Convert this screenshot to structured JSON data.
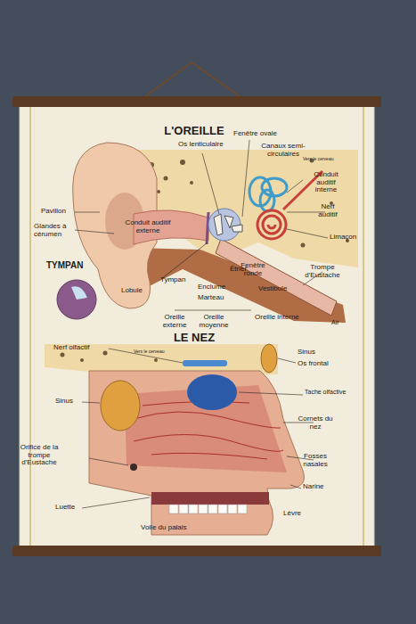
{
  "diagram": {
    "title": "L'OREILLE",
    "labels": [
      "LE NEZ",
      "Os lenticulaire",
      "Fenêtre ovale",
      "Canaux semi-circulaires",
      "Vers le cerveau",
      "Conduit auditif interne",
      "Pavillon",
      "Glandes à cérumen",
      "Conduit auditif externe",
      "Nerf auditif",
      "Limaçon",
      "TYMPAN",
      "Lobule",
      "Tympan",
      "Étrier",
      "Enclume",
      "Fenêtre ronde",
      "Marteau",
      "Vestibule",
      "Trompe d'Eustache",
      "Oreille externe",
      "Oreille moyenne",
      "Oreille interne",
      "Air",
      "Nerf olfactif",
      "Vers le cerveau",
      "Sinus",
      "Os frontal",
      "Sinus",
      "Tache olfactive",
      "Cornets du nez",
      "Fosses nasales",
      "Orifice de la trompe d'Eustache",
      "Narine",
      "Luette",
      "Lèvre",
      "Voile du palais"
    ]
  }
}
